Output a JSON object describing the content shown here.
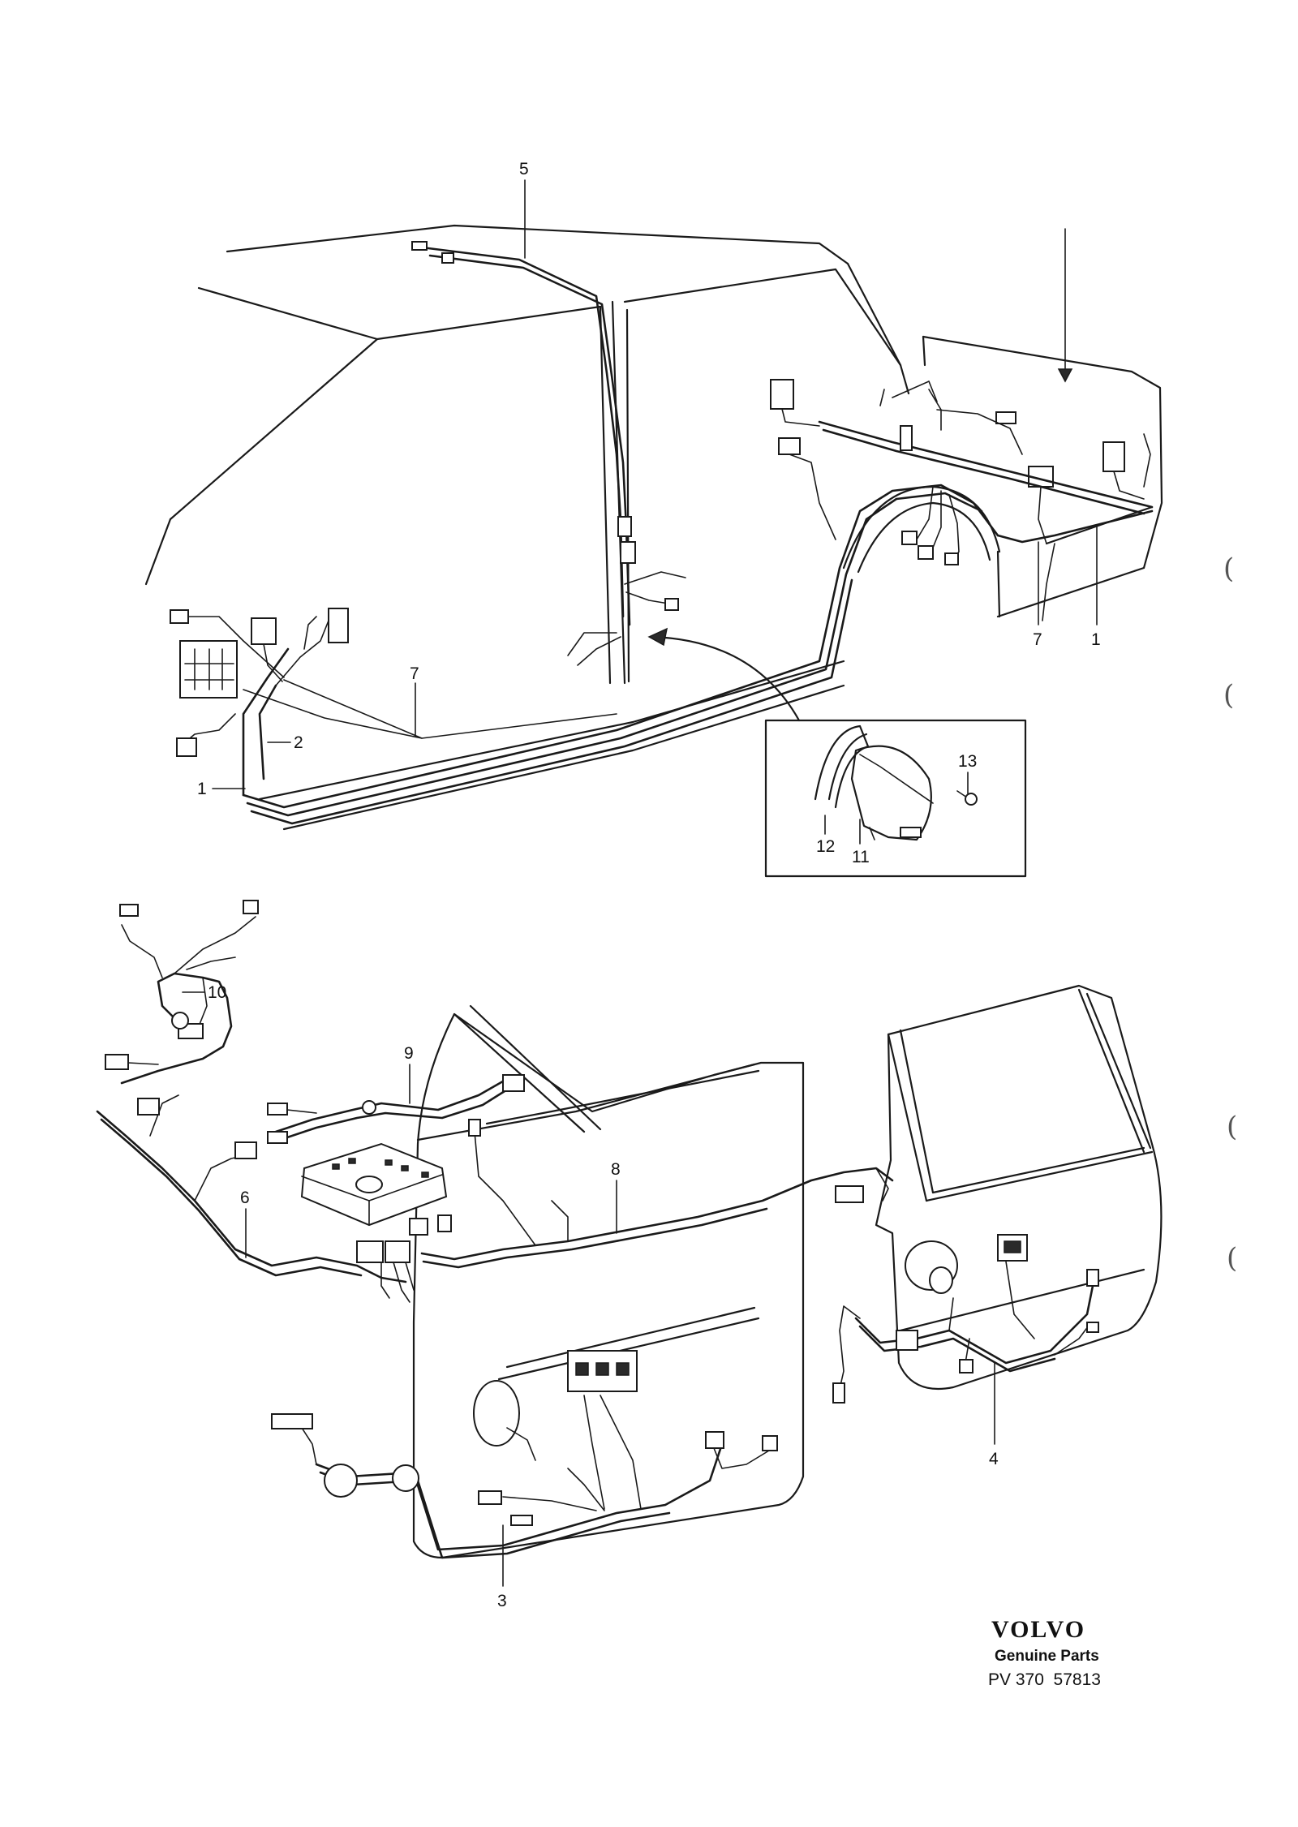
{
  "callouts": [
    "1",
    "2",
    "3",
    "4",
    "5",
    "6",
    "7",
    "8",
    "9",
    "10",
    "11",
    "12",
    "13"
  ],
  "brand": {
    "logo_text": "VOLVO",
    "subtitle": "Genuine Parts",
    "part_number": "PV 370  57813"
  },
  "edge_marks": [
    "(",
    "(",
    "(",
    "("
  ]
}
